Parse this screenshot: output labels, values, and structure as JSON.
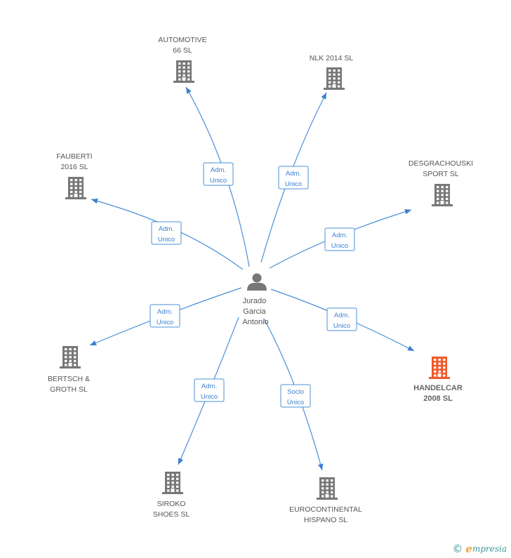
{
  "center": {
    "name_lines": [
      "Jurado",
      "Garcia",
      "Antonio"
    ]
  },
  "companies": [
    {
      "id": "automotive",
      "lines": [
        "AUTOMOTIVE",
        "66 SL"
      ],
      "role_lines": [
        "Adm.",
        "Unico"
      ],
      "highlight": false
    },
    {
      "id": "nlk",
      "lines": [
        "NLK 2014 SL"
      ],
      "role_lines": [
        "Adm.",
        "Unico"
      ],
      "highlight": false
    },
    {
      "id": "fauberti",
      "lines": [
        "FAUBERTI",
        "2016 SL"
      ],
      "role_lines": [
        "Adm.",
        "Unico"
      ],
      "highlight": false
    },
    {
      "id": "desgrachouski",
      "lines": [
        "DESGRACHOUSKI",
        "SPORT SL"
      ],
      "role_lines": [
        "Adm.",
        "Unico"
      ],
      "highlight": false
    },
    {
      "id": "bertsch",
      "lines": [
        "BERTSCH &",
        "GROTH SL"
      ],
      "role_lines": [
        "Adm.",
        "Unico"
      ],
      "highlight": false
    },
    {
      "id": "handelcar",
      "lines": [
        "HANDELCAR",
        "2008 SL"
      ],
      "role_lines": [
        "Adm.",
        "Unico"
      ],
      "highlight": true
    },
    {
      "id": "siroko",
      "lines": [
        "SIROKO",
        "SHOES SL"
      ],
      "role_lines": [
        "Adm.",
        "Unico"
      ],
      "highlight": false
    },
    {
      "id": "eurocontinental",
      "lines": [
        "EUROCONTINENTAL",
        "HISPANO SL"
      ],
      "role_lines": [
        "Socio",
        "Único"
      ],
      "highlight": false
    }
  ],
  "colors": {
    "edge": "#4a90d9",
    "building": "#777777",
    "building_highlight": "#f05a28",
    "person": "#777777"
  },
  "watermark": {
    "copyright": "©",
    "brand_initial": "e",
    "brand_rest": "mpresia"
  }
}
